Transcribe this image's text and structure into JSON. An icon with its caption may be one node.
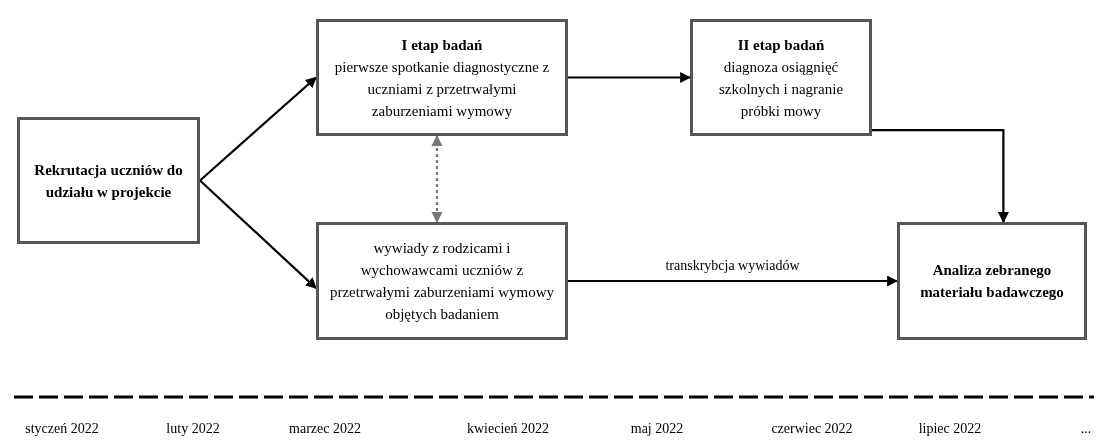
{
  "diagram": {
    "nodes": [
      {
        "text": [
          "Rekrutacja uczniów do udziału w projekcie"
        ]
      },
      {
        "text": [
          "I etap badań",
          "pierwsze spotkanie diagnostyczne z uczniami z przetrwałymi zaburzeniami wymowy"
        ]
      },
      {
        "text": [
          "II etap badań",
          "diagnoza osiągnięć szkolnych i nagranie próbki mowy"
        ]
      },
      {
        "text": [
          "wywiady z rodzicami i wychowawcami uczniów z przetrwałymi zaburzeniami wymowy objętych badaniem"
        ]
      },
      {
        "text": [
          "Analiza zebranego materiału badawczego"
        ]
      }
    ],
    "edges": [
      {
        "from": 0,
        "to": 1,
        "arrow": "to"
      },
      {
        "from": 0,
        "to": 3,
        "arrow": "to"
      },
      {
        "from": 1,
        "to": 2,
        "arrow": "to"
      },
      {
        "from": 1,
        "to": 3,
        "arrow": "both",
        "style": "dashed",
        "color": "#777777"
      },
      {
        "from": 2,
        "to": 4,
        "arrow": "to"
      },
      {
        "from": 3,
        "to": 4,
        "arrow": "to",
        "label": "transkrybcja wywiadów"
      }
    ],
    "labels": [
      "styczeń 2022",
      "luty 2022",
      "marzec 2022",
      "kwiecień 2022",
      "maj 2022",
      "czerwiec 2022",
      "lipiec 2022",
      "..."
    ]
  }
}
